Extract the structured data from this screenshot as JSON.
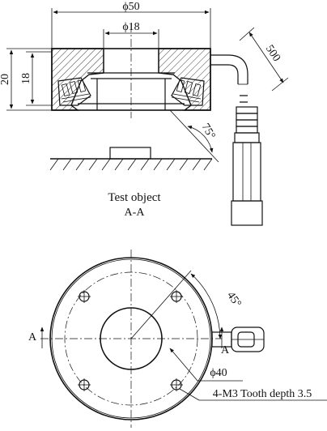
{
  "dimensions": {
    "outer_diameter": "ϕ50",
    "inner_diameter": "ϕ18",
    "total_height": "20",
    "body_height": "18",
    "cable_length": "500",
    "angle_section": "75°",
    "angle_plan": "45°",
    "bolt_circle_diameter": "ϕ40"
  },
  "labels": {
    "test_object": "Test object",
    "section_name": "A-A",
    "section_marker_left": "A",
    "section_marker_right": "A",
    "thread_note": "4-M3 Tooth depth 3.5"
  }
}
